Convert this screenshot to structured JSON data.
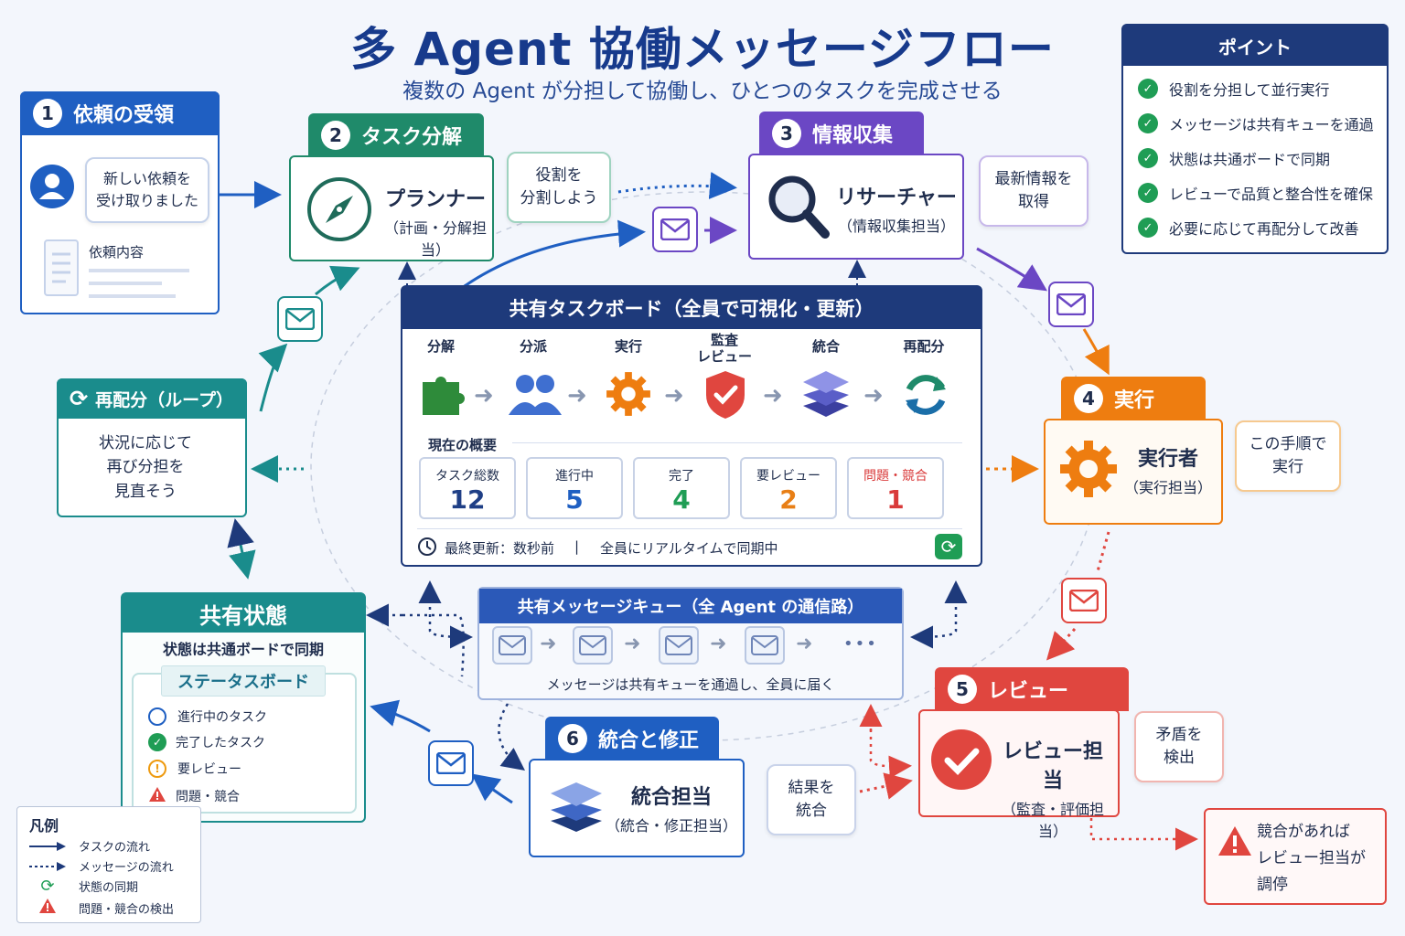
{
  "title": "多 Agent 協働メッセージフロー",
  "subtitle": "複数の Agent が分担して協働し、ひとつのタスクを完成させる",
  "points": {
    "header": "ポイント",
    "items": [
      "役割を分担して並行実行",
      "メッセージは共有キューを通過",
      "状態は共通ボードで同期",
      "レビューで品質と整合性を確保",
      "必要に応じて再配分して改善"
    ]
  },
  "step1": {
    "num": "1",
    "title": "依頼の受領",
    "bubble": "新しい依頼を\n受け取りました",
    "doc_label": "依頼内容"
  },
  "step2": {
    "num": "2",
    "title": "タスク分解",
    "role": "プランナー",
    "role_sub": "（計画・分解担当）",
    "bubble": "役割を\n分割しよう"
  },
  "step3": {
    "num": "3",
    "title": "情報収集",
    "role": "リサーチャー",
    "role_sub": "（情報収集担当）",
    "bubble": "最新情報を\n取得"
  },
  "step4": {
    "num": "4",
    "title": "実行",
    "role": "実行者",
    "role_sub": "（実行担当）",
    "bubble": "この手順で\n実行"
  },
  "step5": {
    "num": "5",
    "title": "レビュー",
    "role": "レビュー担当",
    "role_sub": "（監査・評価担当）",
    "bubble": "矛盾を\n検出",
    "alert": "競合があれば\nレビュー担当が\n調停"
  },
  "step6": {
    "num": "6",
    "title": "統合と修正",
    "role": "統合担当",
    "role_sub": "（統合・修正担当）",
    "bubble": "結果を\n統合"
  },
  "loop": {
    "title": "再配分（ループ）",
    "body": "状況に応じて\n再び分担を\n見直そう"
  },
  "board": {
    "title": "共有タスクボード（全員で可視化・更新）",
    "steps": [
      "分解",
      "分派",
      "実行",
      "監査\nレビュー",
      "統合",
      "再配分"
    ],
    "overview_label": "現在の概要",
    "stats": [
      {
        "label": "タスク総数",
        "value": "12",
        "color": "#1f3f86"
      },
      {
        "label": "進行中",
        "value": "5",
        "color": "#1f5fc2"
      },
      {
        "label": "完了",
        "value": "4",
        "color": "#1f9d55"
      },
      {
        "label": "要レビュー",
        "value": "2",
        "color": "#e87f16"
      },
      {
        "label": "問題・競合",
        "value": "1",
        "color": "#d93a3a"
      }
    ],
    "footer_update": "最終更新：数秒前",
    "footer_sep": "|",
    "footer_sync": "全員にリアルタイムで同期中"
  },
  "queue": {
    "title": "共有メッセージキュー（全 Agent の通信路）",
    "ellipsis": "•••",
    "note": "メッセージは共有キューを通過し、全員に届く"
  },
  "shared": {
    "title": "共有状態",
    "subtitle": "状態は共通ボードで同期",
    "board_title": "ステータスボード",
    "items": [
      "進行中のタスク",
      "完了したタスク",
      "要レビュー",
      "問題・競合"
    ]
  },
  "legend": {
    "title": "凡例",
    "items": [
      "タスクの流れ",
      "メッセージの流れ",
      "状態の同期",
      "問題・競合の検出"
    ]
  },
  "colors": {
    "blue": "#1f5fc2",
    "navy": "#1e3a7b",
    "green": "#1f8a6a",
    "purple": "#6b47c4",
    "orange": "#ee7d10",
    "red": "#e0463f",
    "teal": "#1a8c8c"
  }
}
